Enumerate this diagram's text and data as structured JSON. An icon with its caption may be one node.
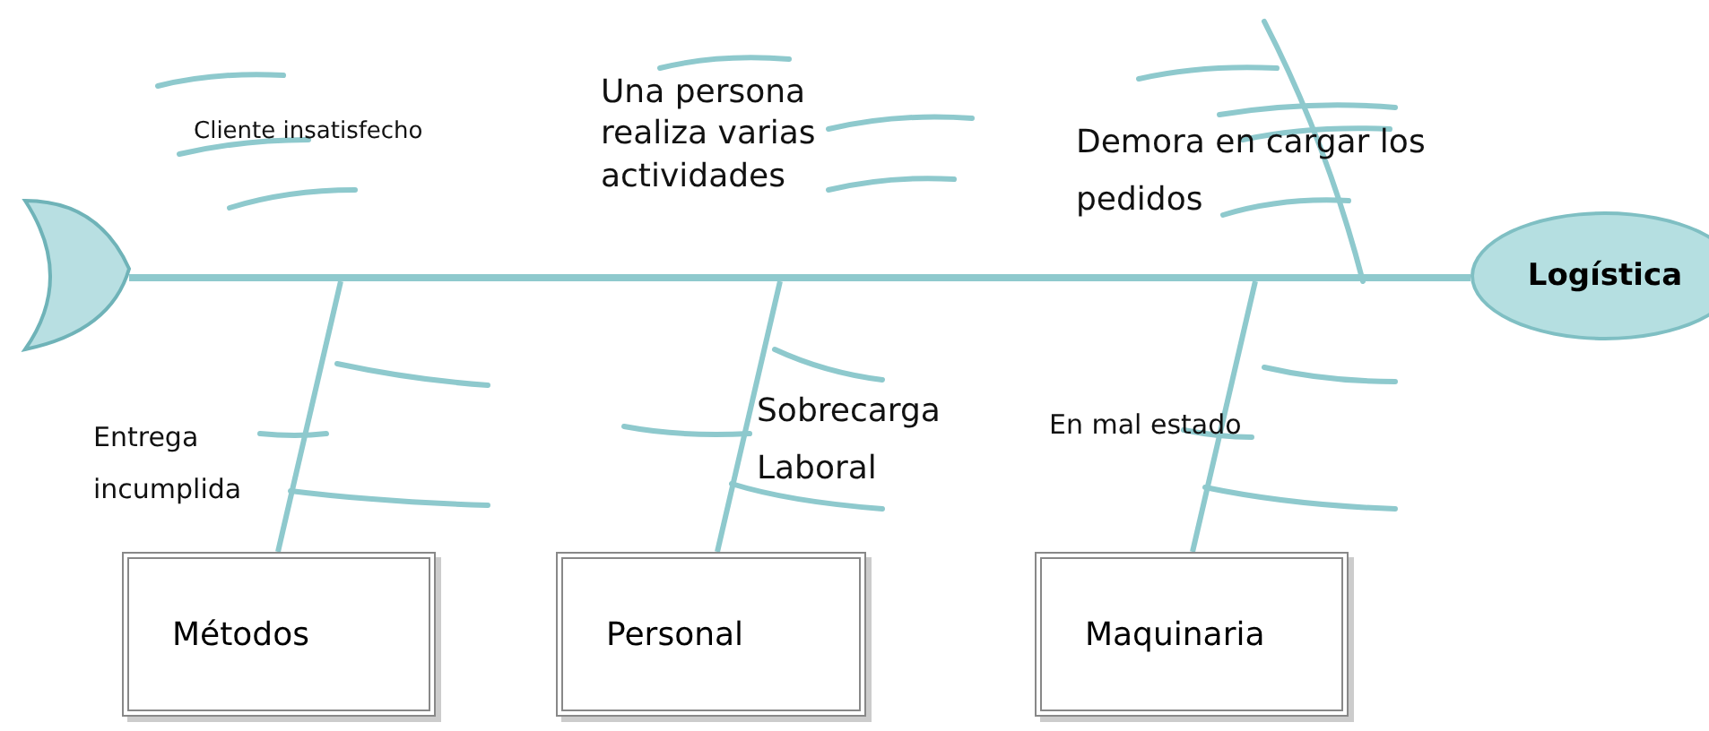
{
  "diagram": {
    "nodes": [
      {
        "text": [],
        "shape": "crescent"
      },
      {
        "text": [
          "Logística"
        ]
      },
      {
        "text": [
          "Métodos"
        ]
      },
      {
        "text": [
          "Personal"
        ]
      },
      {
        "text": [
          "Maquinaria"
        ]
      }
    ],
    "edges": [
      {
        "from": 0,
        "to": 1,
        "arrow": "none"
      },
      {
        "from": 2,
        "to": null,
        "arrow": "none"
      },
      {
        "from": 3,
        "to": null,
        "arrow": "none"
      },
      {
        "from": 4,
        "to": null,
        "arrow": "none"
      }
    ],
    "labels": [
      "Cliente insatisfecho",
      "Una persona realiza varias actividades",
      "Demora en cargar los pedidos",
      "Entrega incumplida",
      "Sobrecarga Laboral",
      "En mal estado"
    ]
  }
}
